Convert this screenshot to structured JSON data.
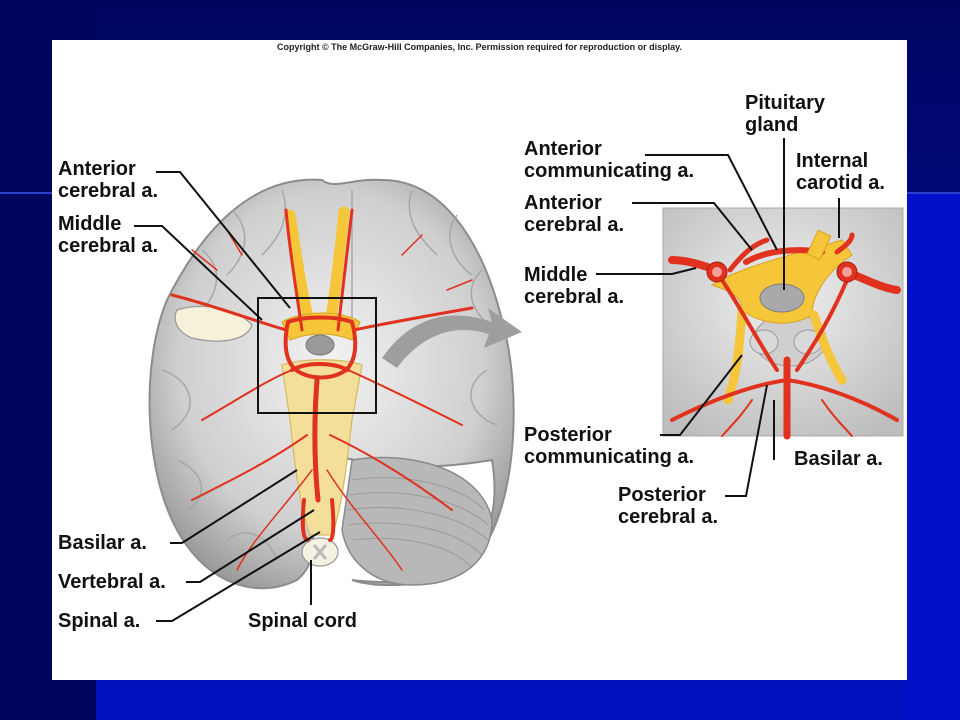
{
  "copyright": "Copyright © The McGraw-Hill Companies, Inc. Permission required for reproduction or display.",
  "left_labels": {
    "anterior_cerebral": [
      "Anterior",
      "cerebral a."
    ],
    "middle_cerebral": [
      "Middle",
      "cerebral a."
    ],
    "basilar": "Basilar a.",
    "vertebral": "Vertebral a.",
    "spinal": "Spinal a.",
    "spinal_cord": "Spinal cord"
  },
  "right_labels": {
    "pituitary": [
      "Pituitary",
      "gland"
    ],
    "anterior_communicating": [
      "Anterior",
      "communicating a."
    ],
    "internal_carotid": [
      "Internal",
      "carotid a."
    ],
    "anterior_cerebral": [
      "Anterior",
      "cerebral a."
    ],
    "middle_cerebral": [
      "Middle",
      "cerebral a."
    ],
    "posterior_communicating": [
      "Posterior",
      "communicating a."
    ],
    "basilar": "Basilar a.",
    "posterior_cerebral": [
      "Posterior",
      "cerebral a."
    ]
  },
  "colors": {
    "artery": "#e0321e",
    "nerve": "#f5c63a",
    "brain": "#d8d8d8",
    "slide_background": "#000a80"
  }
}
